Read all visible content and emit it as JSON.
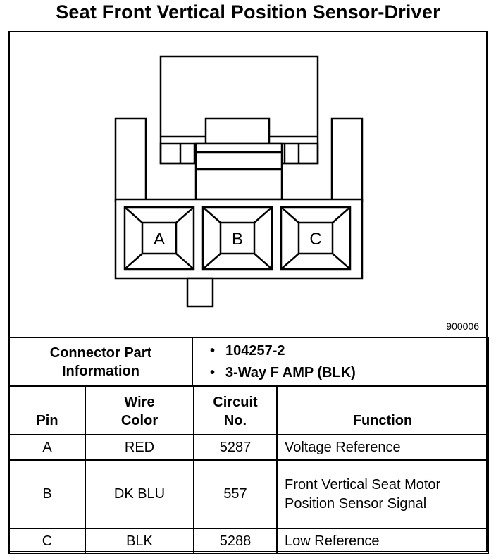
{
  "title": "Seat Front Vertical Position Sensor-Driver",
  "diagram": {
    "ref_number": "900006",
    "cavities": [
      "A",
      "B",
      "C"
    ]
  },
  "connector_info": {
    "label": "Connector Part Information",
    "part_numbers": [
      "104257-2",
      "3-Way F AMP (BLK)"
    ]
  },
  "table": {
    "headers": {
      "pin": "Pin",
      "wire_color": "Wire Color",
      "circuit": "Circuit No.",
      "function": "Function"
    },
    "rows": [
      {
        "pin": "A",
        "wire_color": "RED",
        "circuit": "5287",
        "function": "Voltage Reference"
      },
      {
        "pin": "B",
        "wire_color": "DK BLU",
        "circuit": "557",
        "function": "Front Vertical Seat Motor Position Sensor Signal"
      },
      {
        "pin": "C",
        "wire_color": "BLK",
        "circuit": "5288",
        "function": "Low Reference"
      }
    ]
  }
}
